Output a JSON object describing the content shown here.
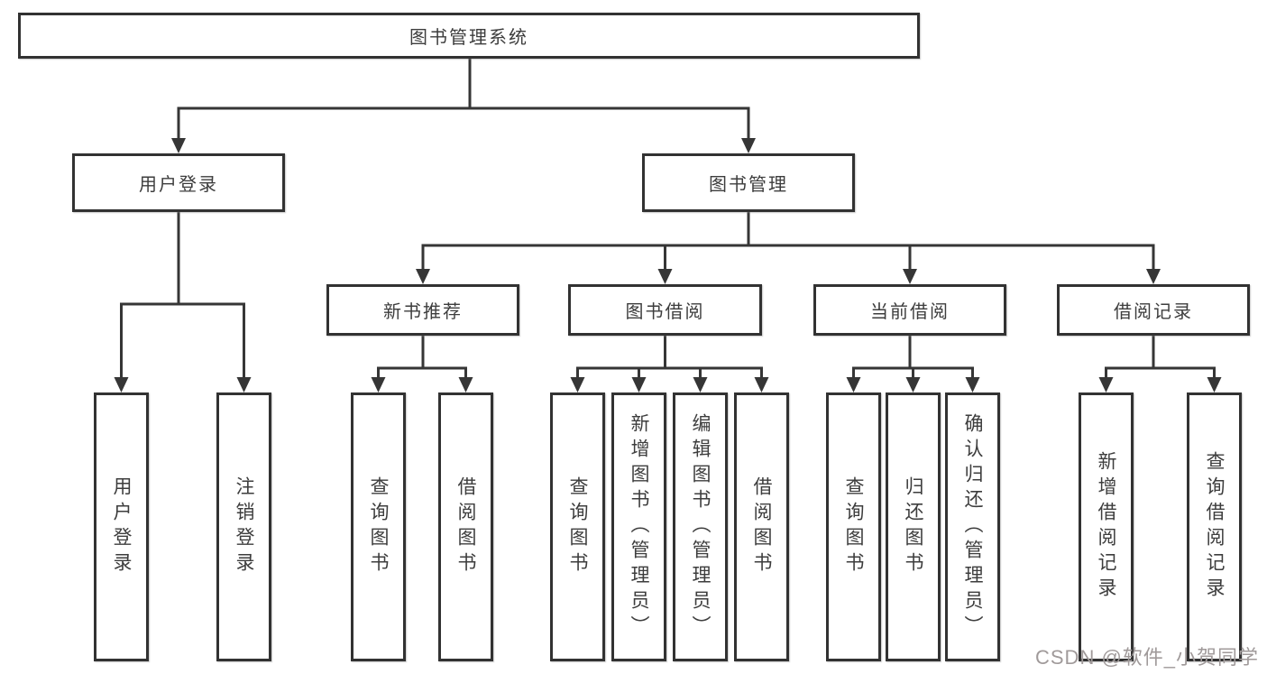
{
  "tree": {
    "label": "图书管理系统",
    "children": [
      {
        "label": "用户登录",
        "children": [
          {
            "label": "用户登录"
          },
          {
            "label": "注销登录"
          }
        ]
      },
      {
        "label": "图书管理",
        "children": [
          {
            "label": "新书推荐",
            "children": [
              {
                "label": "查询图书"
              },
              {
                "label": "借阅图书"
              }
            ]
          },
          {
            "label": "图书借阅",
            "children": [
              {
                "label": "查询图书"
              },
              {
                "label": "新增图书（管理员）"
              },
              {
                "label": "编辑图书（管理员）"
              },
              {
                "label": "借阅图书"
              }
            ]
          },
          {
            "label": "当前借阅",
            "children": [
              {
                "label": "查询图书"
              },
              {
                "label": "归还图书"
              },
              {
                "label": "确认归还（管理员）"
              }
            ]
          },
          {
            "label": "借阅记录",
            "children": [
              {
                "label": "新增借阅记录"
              },
              {
                "label": "查询借阅记录"
              }
            ]
          }
        ]
      }
    ]
  },
  "watermark": {
    "text": "CSDN @软件_小贺同学"
  },
  "colors": {
    "line": "#363636",
    "text": "#3d3d3d",
    "background": "#ffffff",
    "watermark": "#a09a9a"
  }
}
